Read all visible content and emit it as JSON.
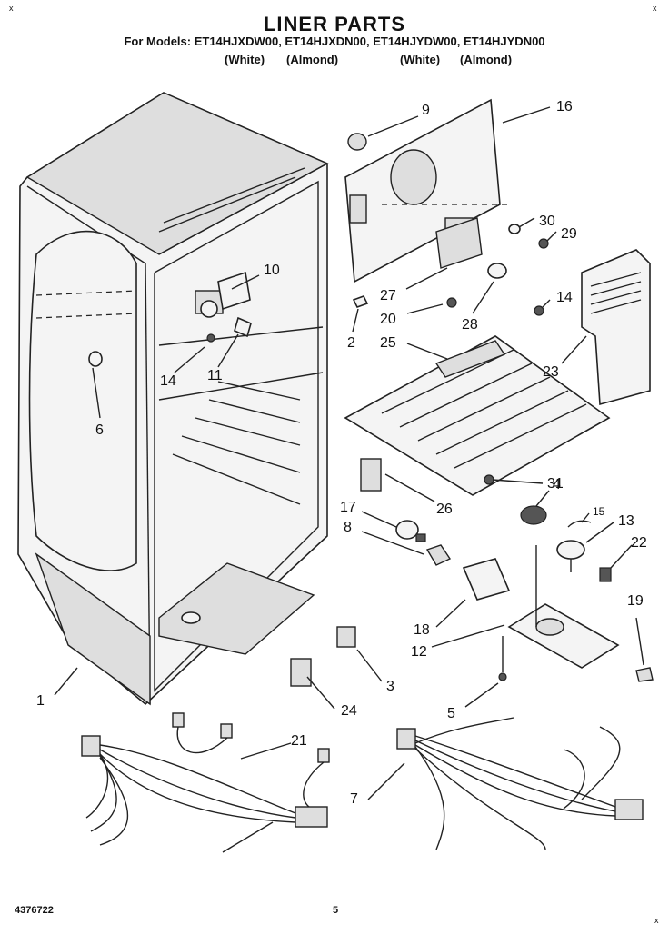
{
  "header": {
    "title": "LINER PARTS",
    "models": "For Models: ET14HJXDW00, ET14HJXDN00, ET14HJYDW00, ET14HJYDN00",
    "color_labels": [
      "(White)",
      "(Almond)",
      "(White)",
      "(Almond)"
    ]
  },
  "callouts": [
    "1",
    "2",
    "3",
    "4",
    "5",
    "6",
    "7",
    "8",
    "9",
    "10",
    "11",
    "12",
    "13",
    "14",
    "14",
    "15",
    "16",
    "17",
    "18",
    "19",
    "20",
    "21",
    "22",
    "23",
    "24",
    "25",
    "26",
    "27",
    "28",
    "29",
    "30",
    "31"
  ],
  "footer": {
    "doc_number": "4376722",
    "page_number": "5"
  },
  "corner_marks": [
    "x",
    "x",
    "x"
  ]
}
